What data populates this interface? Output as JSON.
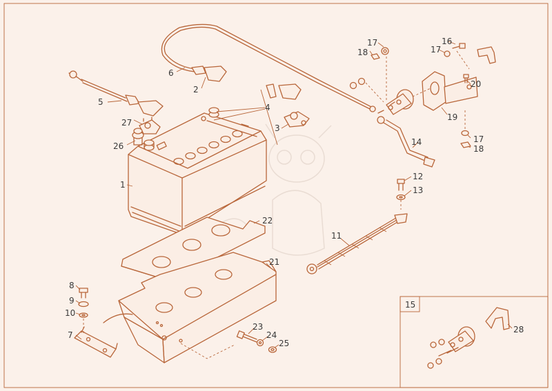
{
  "diagram": {
    "callouts": [
      "1",
      "2",
      "3",
      "4",
      "5",
      "6",
      "7",
      "8",
      "9",
      "10",
      "11",
      "12",
      "13",
      "14",
      "15",
      "16",
      "17",
      "18",
      "19",
      "20",
      "21",
      "22",
      "23",
      "24",
      "25",
      "26",
      "27",
      "28"
    ],
    "callouts_repeat": [
      "17",
      "18"
    ],
    "inset_label": "15"
  },
  "colors": {
    "line": "#b8663a",
    "background": "#fbf1ea",
    "label": "#3a3a3a"
  }
}
